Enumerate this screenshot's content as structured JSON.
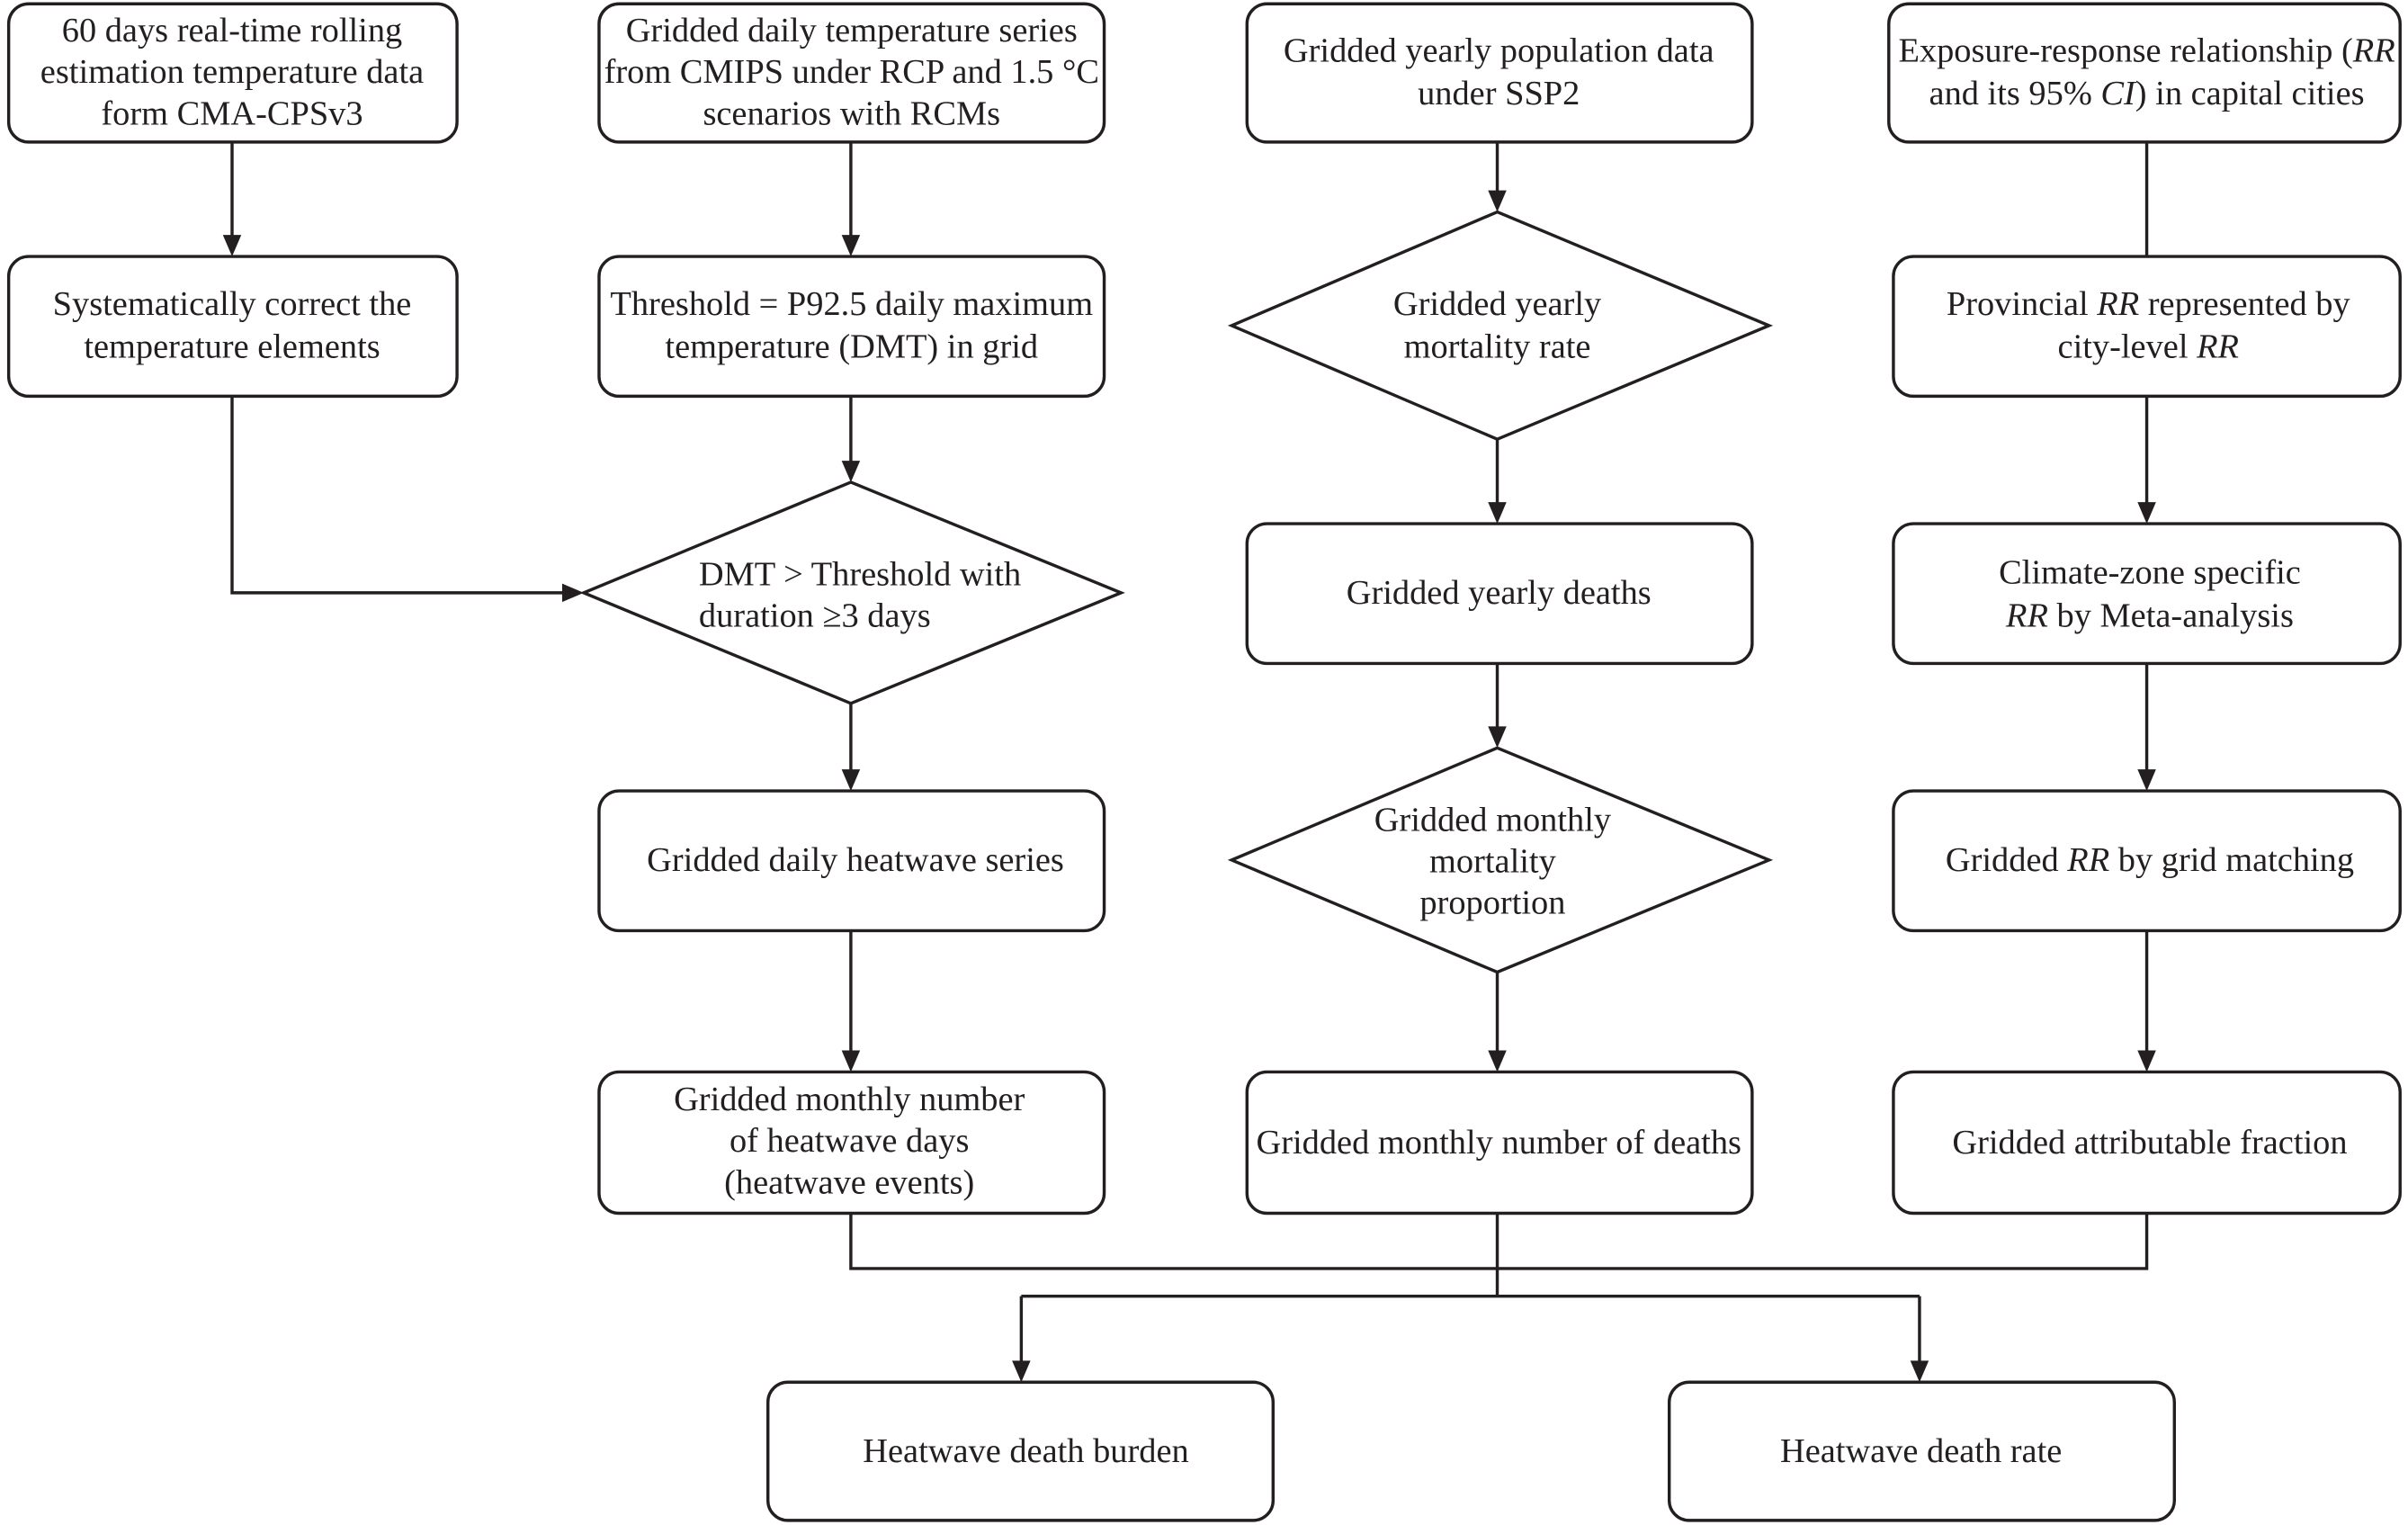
{
  "colors": {
    "ink": "#231f20",
    "paper": "#ffffff"
  },
  "diagram": {
    "nodes": {
      "cma_estimation_data": {
        "lines": [
          "60 days real-time rolling",
          "estimation temperature data",
          "form CMA-CPSv3"
        ]
      },
      "systematic_correction": {
        "lines": [
          "Systematically correct the",
          "temperature elements"
        ]
      },
      "cmip_temperature_series": {
        "lines": [
          "Gridded daily temperature series",
          "from CMIPS under RCP and 1.5 °C",
          "scenarios with RCMs"
        ]
      },
      "threshold": {
        "lines": [
          "Threshold = P92.5 daily maximum",
          "temperature (DMT) in grid"
        ]
      },
      "heatwave_definition": {
        "lines": [
          "DMT > Threshold with",
          "duration ≥3 days"
        ]
      },
      "daily_heatwave_series": {
        "lines": [
          "Gridded daily heatwave series"
        ]
      },
      "monthly_heatwave_days": {
        "lines": [
          "Gridded monthly number",
          "of heatwave days",
          "(heatwave events)"
        ]
      },
      "population_data": {
        "lines": [
          "Gridded yearly population data",
          "under SSP2"
        ]
      },
      "yearly_mortality_rate": {
        "lines": [
          "Gridded yearly",
          "mortality rate"
        ]
      },
      "yearly_deaths": {
        "lines": [
          "Gridded yearly deaths"
        ]
      },
      "monthly_mortality_proportion": {
        "lines": [
          "Gridded monthly",
          "mortality",
          "proportion"
        ]
      },
      "monthly_deaths": {
        "lines": [
          "Gridded monthly number of deaths"
        ]
      },
      "exposure_response": {
        "lines": [
          [
            "Exposure-response relationship (",
            "RR"
          ],
          [
            "and its 95% ",
            "CI",
            ") in capital cities"
          ]
        ]
      },
      "provincial_rr": {
        "lines": [
          [
            "Provincial ",
            "RR",
            " represented by"
          ],
          [
            "city-level ",
            "RR"
          ]
        ]
      },
      "climate_zone_rr": {
        "lines": [
          "Climate-zone specific",
          [
            "RR",
            " by Meta-analysis"
          ]
        ]
      },
      "gridded_rr": {
        "lines": [
          [
            "Gridded ",
            "RR",
            " by grid matching"
          ]
        ]
      },
      "attributable_fraction": {
        "lines": [
          "Gridded attributable fraction"
        ]
      },
      "death_burden": {
        "lines": [
          "Heatwave death burden"
        ]
      },
      "death_rate": {
        "lines": [
          "Heatwave death rate"
        ]
      }
    }
  }
}
